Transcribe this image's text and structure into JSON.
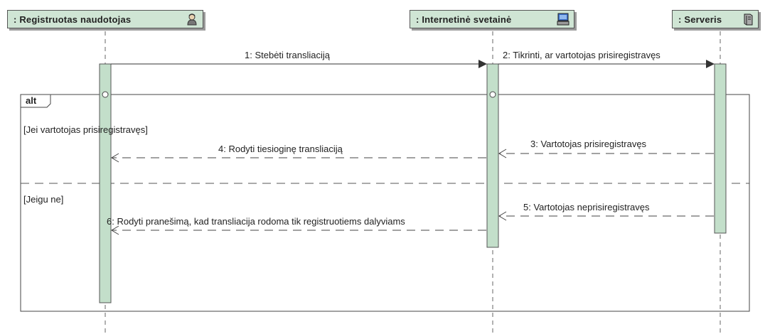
{
  "lifelines": [
    {
      "name": ": Registruotas naudotojas",
      "icon": "user-icon"
    },
    {
      "name": ": Internetinė svetainė",
      "icon": "computer-icon"
    },
    {
      "name": ": Serveris",
      "icon": "server-icon"
    }
  ],
  "messages": [
    {
      "label": "1: Stebėti transliaciją",
      "kind": "sync"
    },
    {
      "label": "2: Tikrinti, ar vartotojas prisiregistravęs",
      "kind": "sync"
    },
    {
      "label": "3: Vartotojas prisiregistravęs",
      "kind": "reply"
    },
    {
      "label": "4: Rodyti tiesioginę transliaciją",
      "kind": "reply"
    },
    {
      "label": "5: Vartotojas neprisiregistravęs",
      "kind": "reply"
    },
    {
      "label": "6: Rodyti pranešimą, kad transliacija rodoma tik registruotiems dalyviams",
      "kind": "reply"
    }
  ],
  "fragment": {
    "operator": "alt",
    "guards": [
      "[Jei vartotojas prisiregistravęs]",
      "[Jeigu ne]"
    ]
  },
  "colors": {
    "head_fill": "#cfe5d4",
    "activation_fill": "#c3dfca",
    "line": "#555555"
  }
}
